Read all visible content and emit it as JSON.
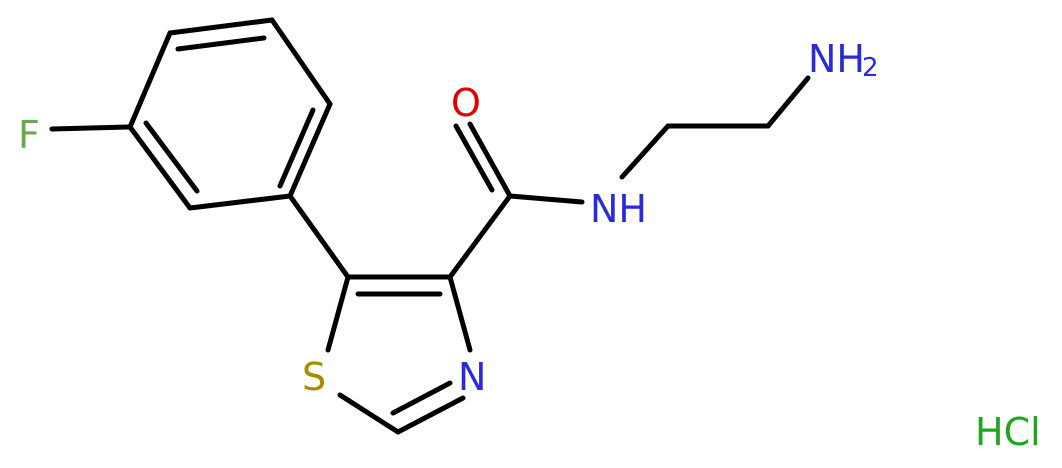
{
  "molecule": {
    "atoms": {
      "fluorine": "F",
      "oxygen": "O",
      "amide_nitrogen": "NH",
      "amine_nitrogen": "NH",
      "amine_subscript": "2",
      "sulfur": "S",
      "ring_nitrogen": "N"
    },
    "salt": "HCl",
    "colors": {
      "bond": "#000000",
      "fluorine": "#6aa84f",
      "oxygen": "#e00000",
      "nitrogen": "#2a2adc",
      "sulfur": "#a88a00",
      "chlorine": "#1ea81e"
    }
  }
}
